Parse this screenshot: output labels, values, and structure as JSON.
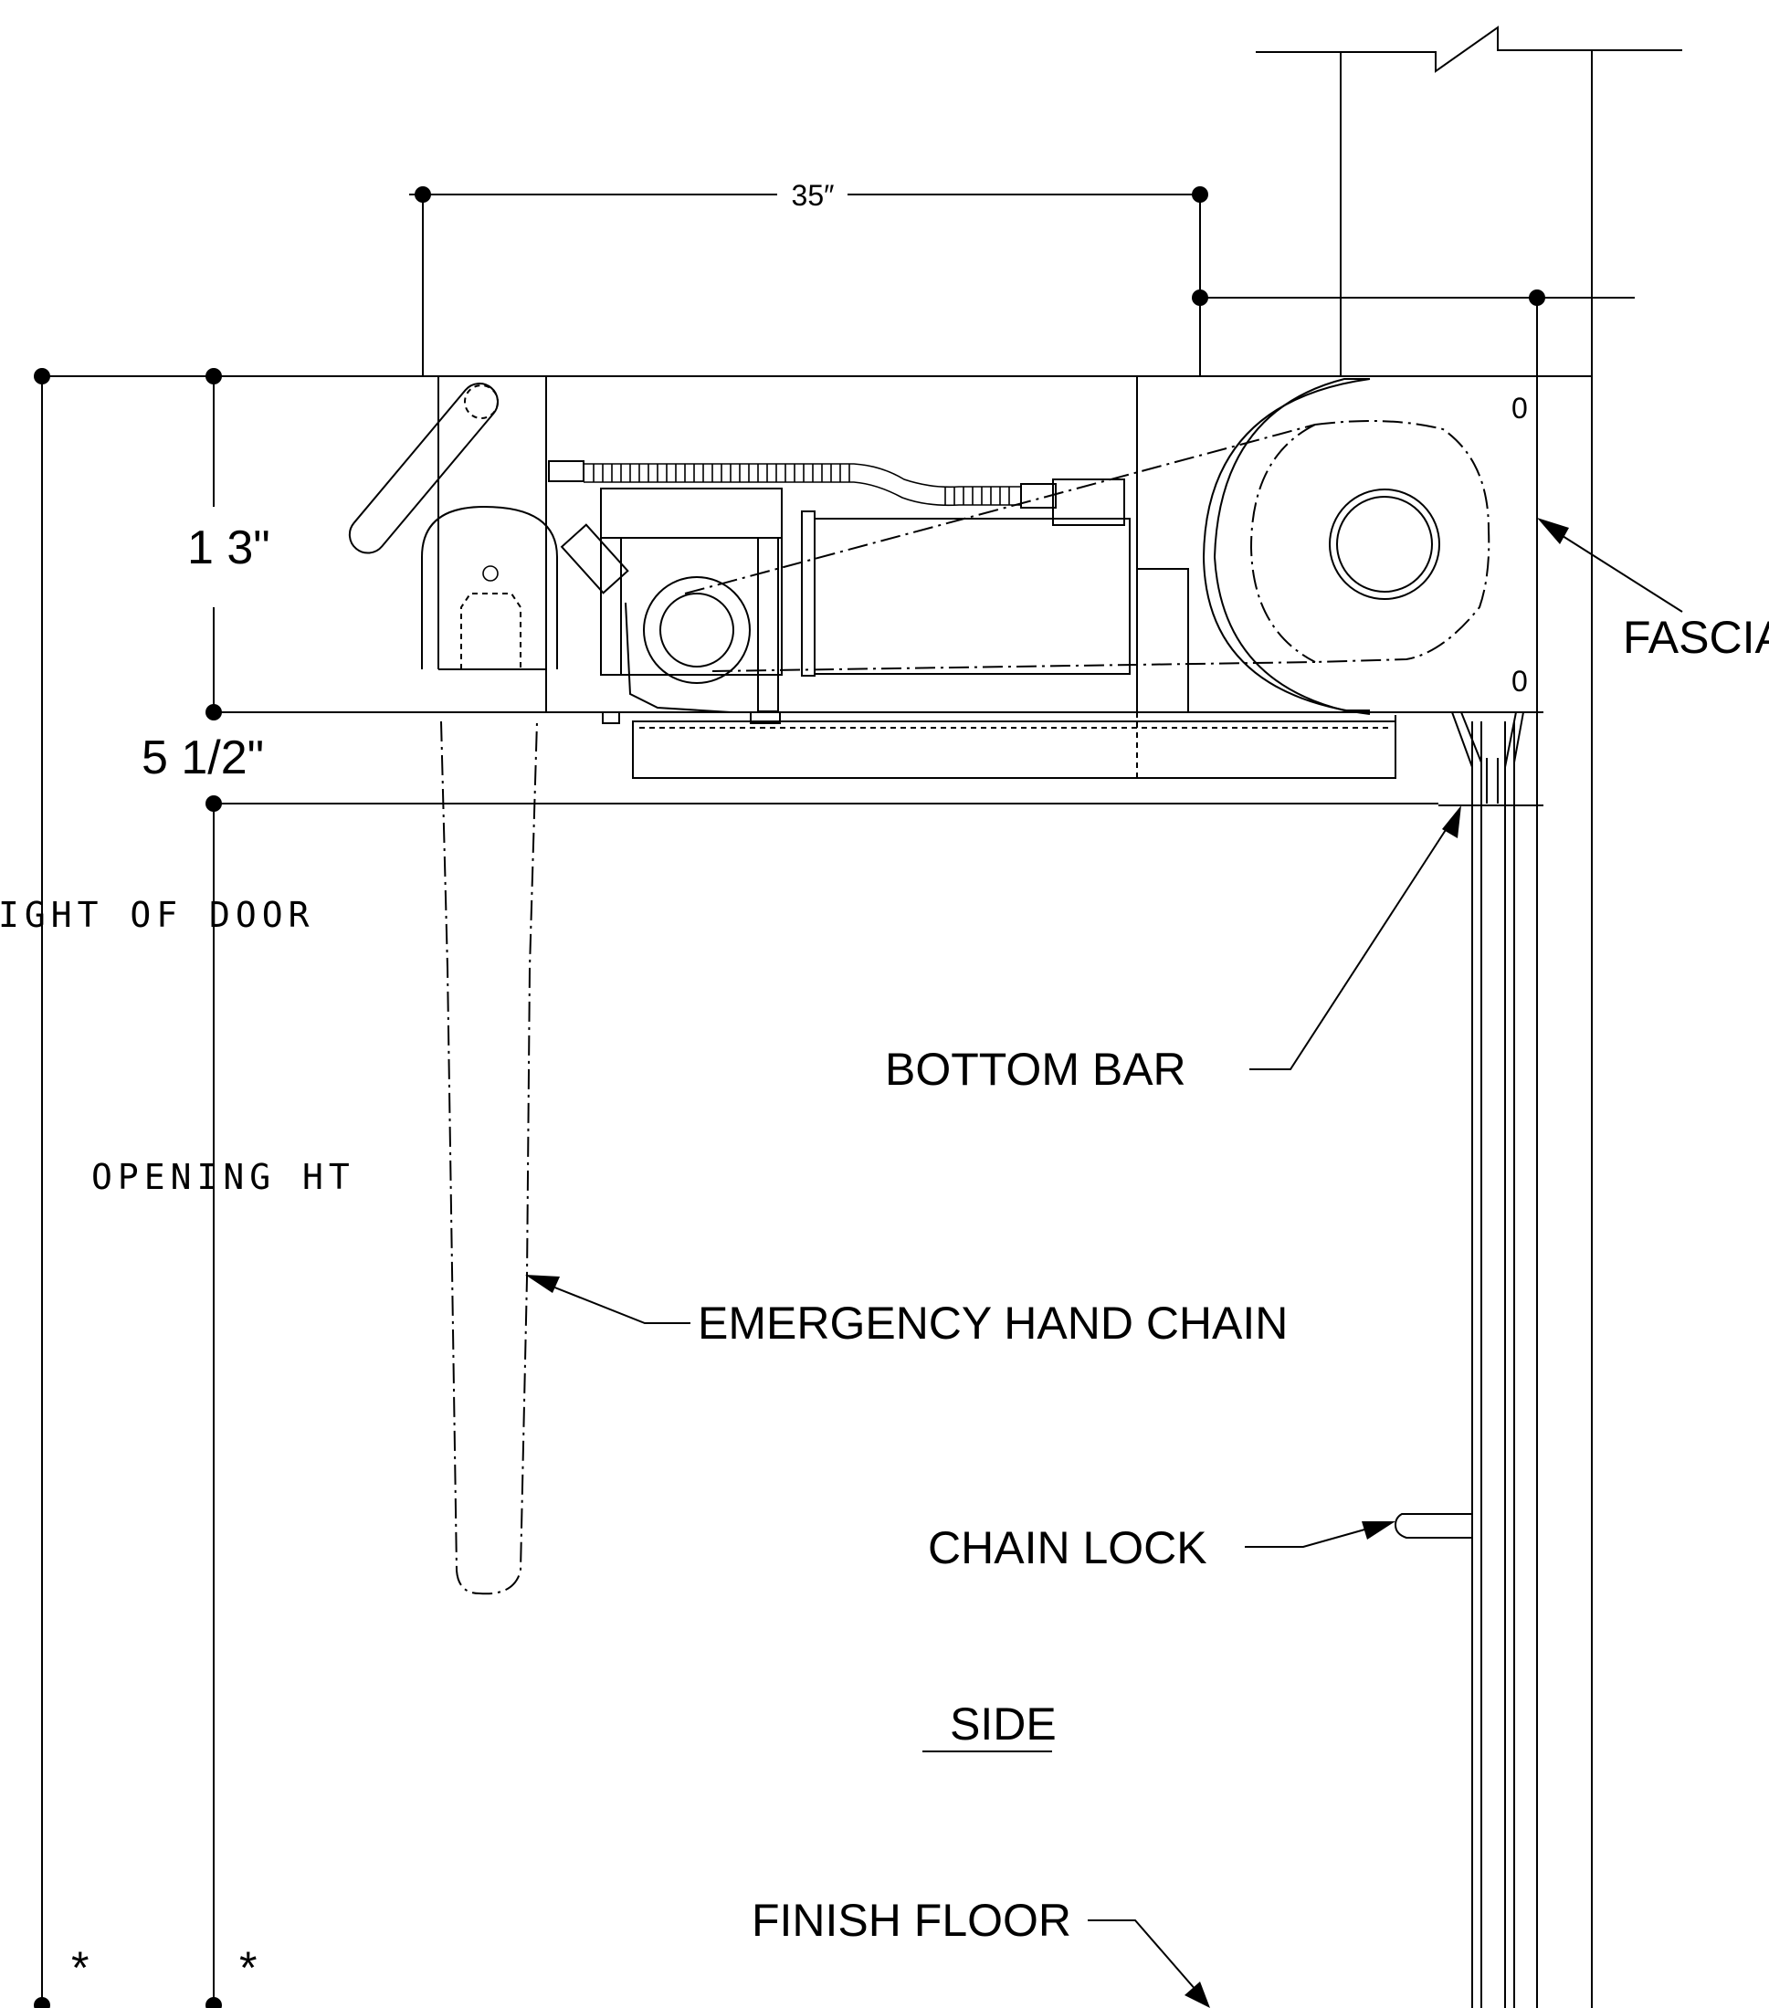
{
  "dimensions": {
    "width_35": "35″",
    "height_13": "1 3\"",
    "height_5_half": "5 1/2\""
  },
  "labels": {
    "fascia": "FASCIA",
    "bottom_bar": "BOTTOM BAR",
    "emergency_hand_chain": "EMERGENCY HAND CHAIN",
    "chain_lock": "CHAIN LOCK",
    "side": "SIDE",
    "finish_floor": "FINISH FLOOR",
    "height_of_door": "IGHT OF DOOR",
    "opening_ht": "OPENING HT",
    "bracket_mark_top": "0",
    "bracket_mark_bottom": "0",
    "asterisk_left": "*",
    "asterisk_right": "*"
  },
  "icons": {
    "arrowheads": "arrow-icon",
    "dimension_dots": "dimension-point-icon"
  }
}
